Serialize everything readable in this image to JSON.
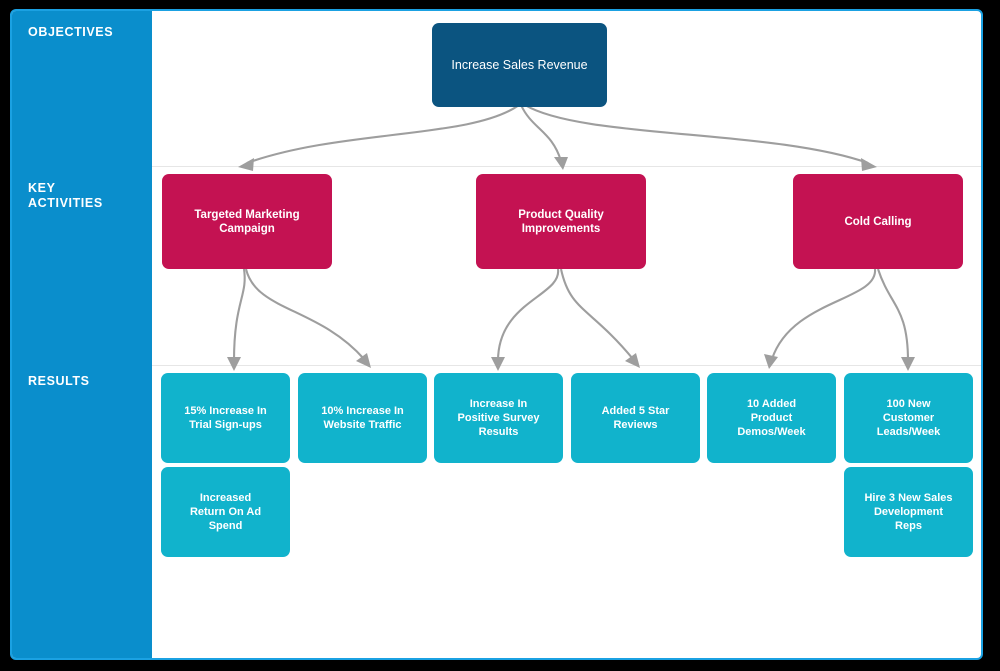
{
  "diagram": {
    "title": "Objectives, Key Activities and Results tree",
    "colors": {
      "canvas_border": "#1ba1e2",
      "lane_column": "#0a8ecc",
      "objective": "#0b5480",
      "activity": "#c41252",
      "result": "#11b3cc",
      "connector": "#9e9e9e",
      "divider": "#e6e6e6",
      "background": "#000000",
      "canvas": "#ffffff"
    },
    "lanes": [
      {
        "id": "objectives",
        "label": "OBJECTIVES"
      },
      {
        "id": "key-activities",
        "label": "KEY\nACTIVITIES",
        "label_line1": "KEY",
        "label_line2": "ACTIVITIES"
      },
      {
        "id": "results",
        "label": "RESULTS"
      }
    ],
    "objectives": [
      {
        "id": "obj-1",
        "label": "Increase Sales Revenue"
      }
    ],
    "key_activities": [
      {
        "id": "act-1",
        "label": "Targeted Marketing\nCampaign",
        "line1": "Targeted Marketing",
        "line2": "Campaign"
      },
      {
        "id": "act-2",
        "label": "Product Quality\nImprovements",
        "line1": "Product Quality",
        "line2": "Improvements"
      },
      {
        "id": "act-3",
        "label": "Cold Calling",
        "line1": "Cold Calling",
        "line2": ""
      }
    ],
    "results": [
      {
        "id": "res-1",
        "parent": "act-1",
        "label": "15% Increase In Trial Sign-ups",
        "line1": "15% Increase In",
        "line2": "Trial Sign-ups",
        "line3": ""
      },
      {
        "id": "res-2",
        "parent": "act-1",
        "label": "10% Increase In Website Traffic",
        "line1": "10% Increase In",
        "line2": "Website Traffic",
        "line3": ""
      },
      {
        "id": "res-3",
        "parent": "act-2",
        "label": "Increase In Positive Survey Results",
        "line1": "Increase In",
        "line2": "Positive Survey",
        "line3": "Results"
      },
      {
        "id": "res-4",
        "parent": "act-2",
        "label": "Added 5 Star Reviews",
        "line1": "Added 5 Star",
        "line2": "Reviews",
        "line3": ""
      },
      {
        "id": "res-5",
        "parent": "act-3",
        "label": "10 Added Product Demos/Week",
        "line1": "10 Added",
        "line2": "Product",
        "line3": "Demos/Week"
      },
      {
        "id": "res-6",
        "parent": "act-3",
        "label": "100 New Customer Leads/Week",
        "line1": "100 New",
        "line2": "Customer",
        "line3": "Leads/Week"
      },
      {
        "id": "res-7",
        "parent": "act-1",
        "label": "Increased Return On Ad Spend",
        "line1": "Increased",
        "line2": "Return On Ad",
        "line3": "Spend"
      },
      {
        "id": "res-8",
        "parent": "act-3",
        "label": "Hire 3 New Sales Development Reps",
        "line1": "Hire 3 New Sales",
        "line2": "Development",
        "line3": "Reps"
      }
    ],
    "connections": [
      {
        "from": "obj-1",
        "to": "act-1"
      },
      {
        "from": "obj-1",
        "to": "act-2"
      },
      {
        "from": "obj-1",
        "to": "act-3"
      },
      {
        "from": "act-1",
        "to": "res-1"
      },
      {
        "from": "act-1",
        "to": "res-2"
      },
      {
        "from": "act-2",
        "to": "res-3"
      },
      {
        "from": "act-2",
        "to": "res-4"
      },
      {
        "from": "act-3",
        "to": "res-5"
      },
      {
        "from": "act-3",
        "to": "res-6"
      }
    ]
  }
}
